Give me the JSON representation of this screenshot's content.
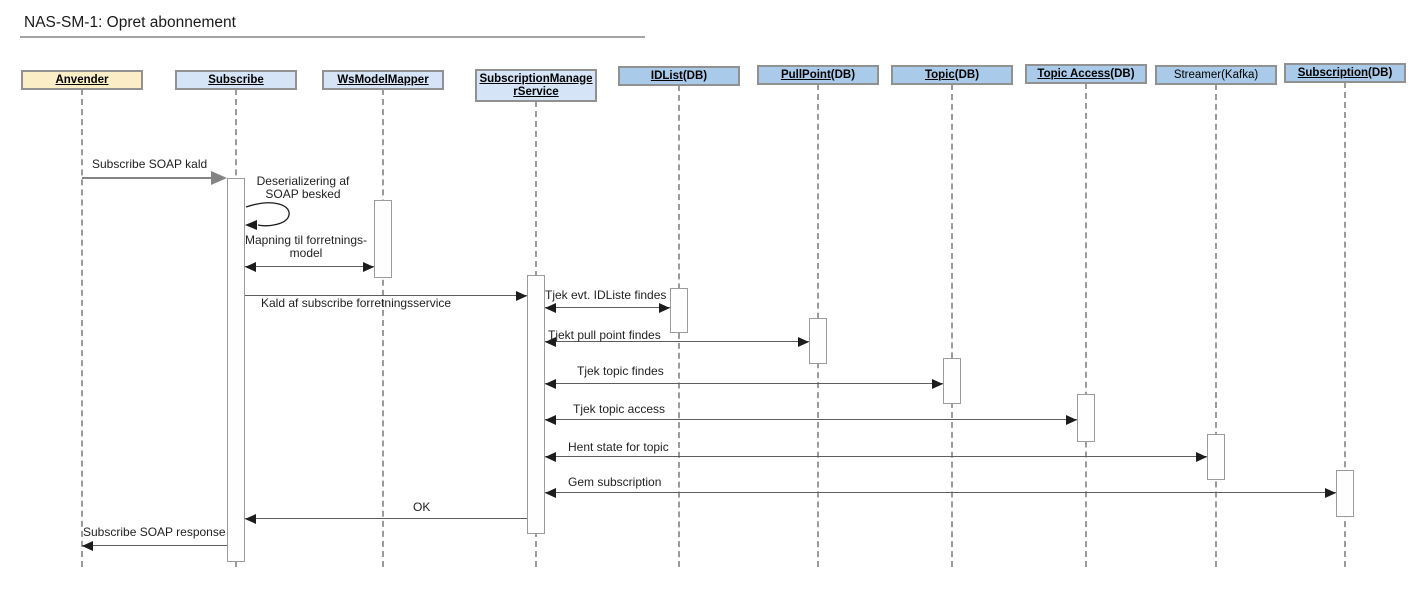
{
  "diagram": {
    "title": "NAS-SM-1: Opret abonnement",
    "type": "uml-sequence-diagram",
    "colors": {
      "actor_fill": "#FBEEC7",
      "service_fill": "#D5E5F7",
      "db_fill": "#A9CBE9",
      "box_border": "#919191",
      "lifeline": "#9b9b9b",
      "line": "#5e5e5e",
      "head": "#1c1c1c",
      "call_line": "#848484",
      "rule": "#a3a3a3"
    }
  },
  "participants": [
    {
      "name": "Anvender",
      "suffix": "",
      "type": "actor"
    },
    {
      "name": "Subscribe",
      "suffix": "",
      "type": "service"
    },
    {
      "name": "WsModelMapper",
      "suffix": "",
      "type": "service"
    },
    {
      "name": "SubscriptionManagerService",
      "suffix": "",
      "type": "service"
    },
    {
      "name": "IDList",
      "suffix": "(DB)",
      "type": "db"
    },
    {
      "name": "PullPoint",
      "suffix": "(DB)",
      "type": "db"
    },
    {
      "name": "Topic",
      "suffix": "(DB)",
      "type": "db"
    },
    {
      "name": "Topic Access",
      "suffix": "(DB)",
      "type": "db"
    },
    {
      "name": "Streamer(Kafka)",
      "suffix": "",
      "type": "external"
    },
    {
      "name": "Subscription",
      "suffix": "(DB)",
      "type": "db"
    }
  ],
  "messages": [
    {
      "label": "Subscribe SOAP kald",
      "from": "Anvender",
      "to": "Subscribe",
      "direction": "right"
    },
    {
      "label": "Deserializering af SOAP besked",
      "from": "Subscribe",
      "to": "Subscribe",
      "direction": "self"
    },
    {
      "label": "Mapning til forretnings-model",
      "from": "Subscribe",
      "to": "WsModelMapper",
      "direction": "both"
    },
    {
      "label": "Kald af subscribe forretningsservice",
      "from": "Subscribe",
      "to": "SubscriptionManagerService",
      "direction": "right"
    },
    {
      "label": "Tjek evt. IDListe findes",
      "from": "SubscriptionManagerService",
      "to": "IDList(DB)",
      "direction": "both"
    },
    {
      "label": "Tjekt pull point findes",
      "from": "SubscriptionManagerService",
      "to": "PullPoint(DB)",
      "direction": "both"
    },
    {
      "label": "Tjek topic findes",
      "from": "SubscriptionManagerService",
      "to": "Topic(DB)",
      "direction": "both"
    },
    {
      "label": "Tjek topic access",
      "from": "SubscriptionManagerService",
      "to": "Topic Access(DB)",
      "direction": "both"
    },
    {
      "label": "Hent state for topic",
      "from": "SubscriptionManagerService",
      "to": "Streamer(Kafka)",
      "direction": "both"
    },
    {
      "label": "Gem subscription",
      "from": "SubscriptionManagerService",
      "to": "Subscription(DB)",
      "direction": "both"
    },
    {
      "label": "OK",
      "from": "SubscriptionManagerService",
      "to": "Subscribe",
      "direction": "left"
    },
    {
      "label": "Subscribe SOAP response",
      "from": "Subscribe",
      "to": "Anvender",
      "direction": "left"
    }
  ]
}
